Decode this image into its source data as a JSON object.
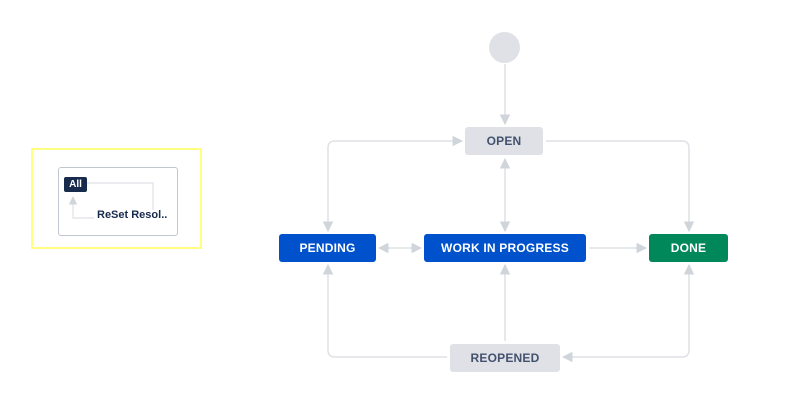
{
  "transitions_panel": {
    "all_badge": "All",
    "reset_label": "ReSet Resol.."
  },
  "statuses": {
    "open": "OPEN",
    "pending": "PENDING",
    "work_in_progress": "WORK IN PROGRESS",
    "done": "DONE",
    "reopened": "REOPENED"
  },
  "colors": {
    "grey_status": "#dfe1e6",
    "in_progress_status": "#0052cc",
    "done_status": "#00875a",
    "connector": "#dfe1e6",
    "highlight": "#ffff80"
  }
}
